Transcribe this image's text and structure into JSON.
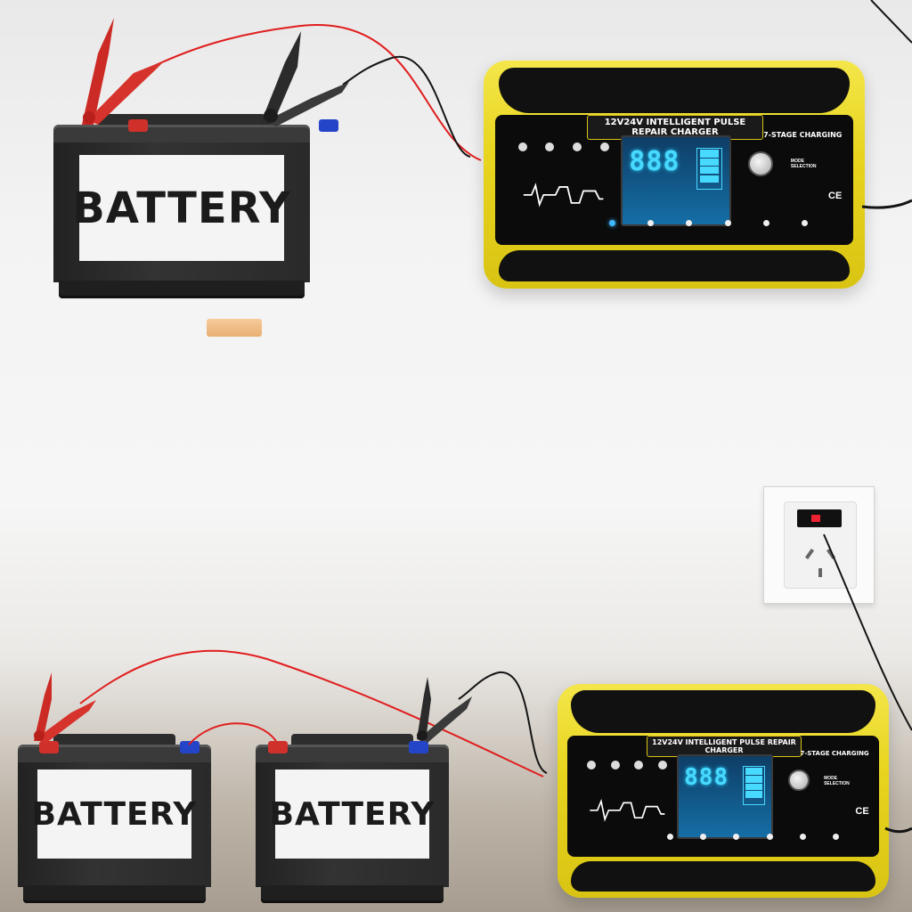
{
  "scene": {
    "battery_label": "BATTERY",
    "charger_title": "12V24V INTELLIGENT PULSE REPAIR CHARGER",
    "charger_stage": "7-STAGE CHARGING",
    "charger_display": "888",
    "charger_mode": "MODE SELECTION",
    "charger_ce": "CE"
  },
  "colors": {
    "red_wire": "#e01e1e",
    "black_wire": "#141414",
    "charger_yellow": "#e8d51f",
    "lcd_blue": "#156ea6"
  },
  "icons": [
    "red-clamp-icon",
    "black-clamp-icon",
    "power-socket-icon",
    "mode-knob-icon"
  ]
}
